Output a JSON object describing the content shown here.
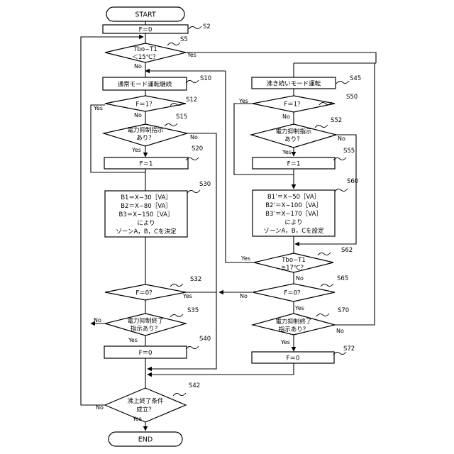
{
  "start": "START",
  "end": "END",
  "yes": "Yes",
  "no": "No",
  "steps": {
    "s2": "S2",
    "s5": "S5",
    "s10": "S10",
    "s12": "S12",
    "s15": "S15",
    "s20": "S20",
    "s30": "S30",
    "s32": "S32",
    "s35": "S35",
    "s40": "S40",
    "s42": "S42",
    "s45": "S45",
    "s50": "S50",
    "s52": "S52",
    "s55": "S55",
    "s60": "S60",
    "s62": "S62",
    "s65": "S65",
    "s70": "S70",
    "s72": "S72"
  },
  "nodes": {
    "f_init": "F＝0",
    "s5_line1": "Tbo−T1",
    "s5_line2": "＜15℃？",
    "s10": "通常モード運転継続",
    "s12": "F＝1？",
    "s15_line1": "電力抑制指示",
    "s15_line2": "あり？",
    "s20": "F＝1",
    "s30_line1": "B1＝X−30［VA］",
    "s30_line2": "B2＝X−80［VA］",
    "s30_line3": "B3＝X−150［VA］",
    "s30_line4": "により",
    "s30_line5": "ゾーンA，B，Cを決定",
    "s32": "F＝0？",
    "s35_line1": "電力抑制終了",
    "s35_line2": "指示あり？",
    "s40": "F＝0",
    "s42_line1": "沸上終了条件",
    "s42_line2": "成立？",
    "s45": "沸き続いモード運転",
    "s50": "F＝1？",
    "s52_line1": "電力抑制指示",
    "s52_line2": "あり？",
    "s55": "F＝1",
    "s60_line1": "B1’＝X−50［VA］",
    "s60_line2": "B2’＝X−100［VA］",
    "s60_line3": "B3’＝X−170［VA］",
    "s60_line4": "により",
    "s60_line5": "ゾーンA，B，Cを設定",
    "s62_line1": "Tbo−T1",
    "s62_line2": "≧17℃？",
    "s65": "F＝0？",
    "s70_line1": "電力抑制終了",
    "s70_line2": "指示あり？",
    "s72": "F＝0"
  }
}
